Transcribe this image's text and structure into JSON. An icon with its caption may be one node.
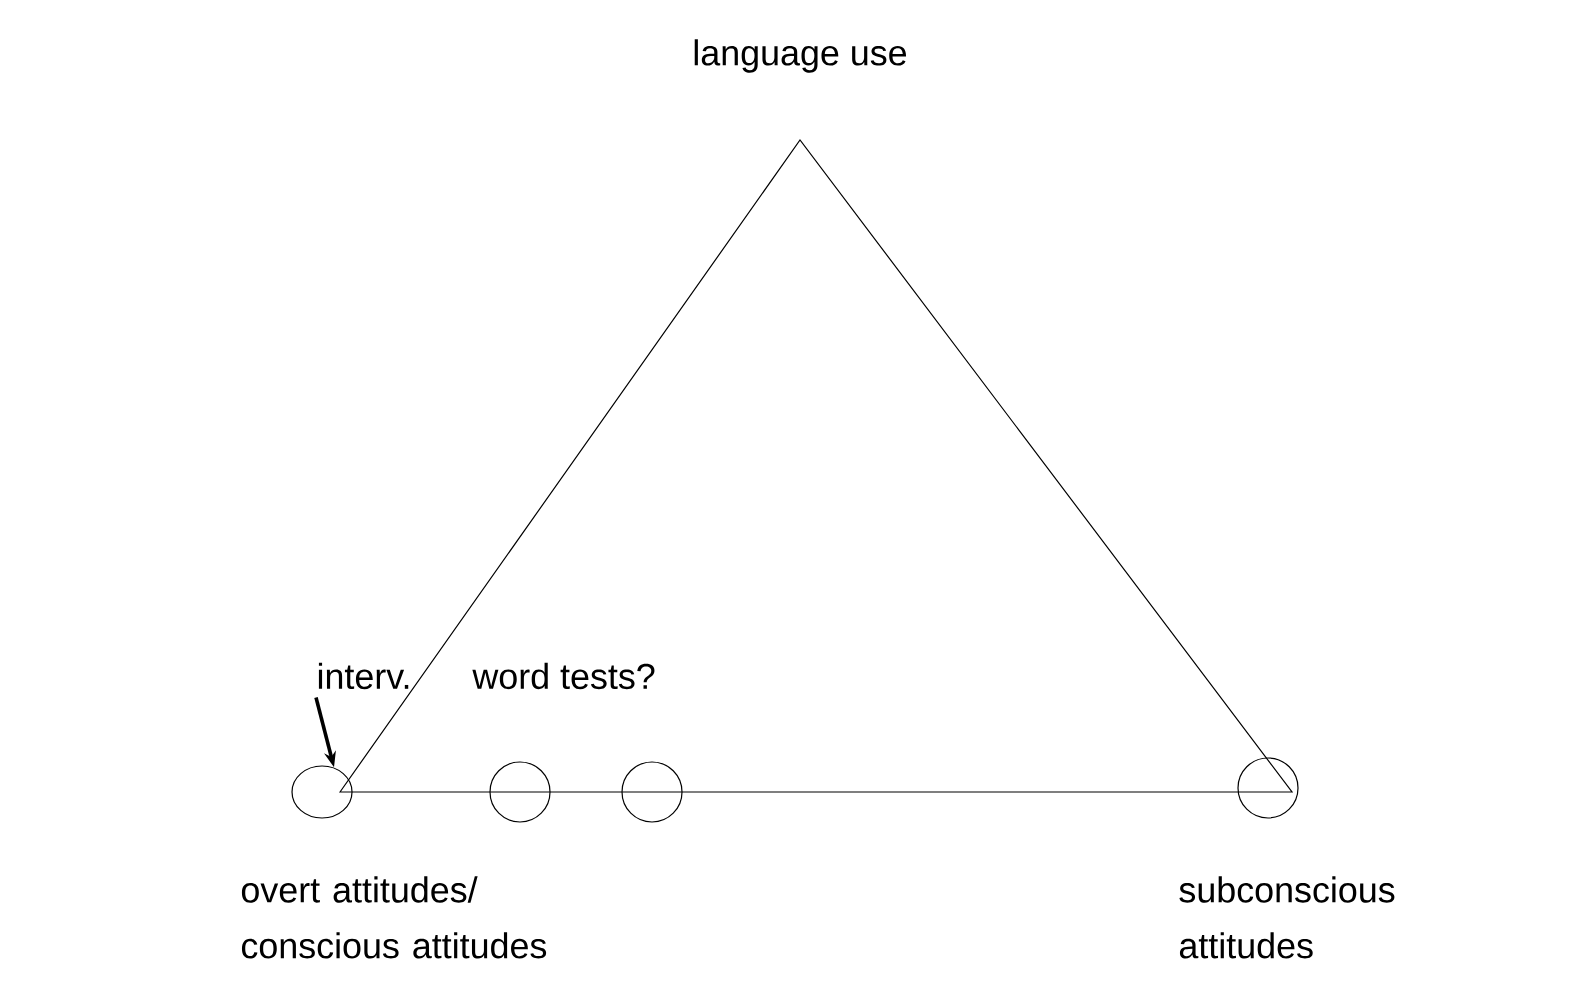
{
  "diagram": {
    "nodes": [
      {
        "text": [
          "interv."
        ]
      },
      {
        "text": [],
        "shape": "circle"
      },
      {
        "text": [],
        "shape": "circle"
      },
      {
        "text": [],
        "shape": "circle"
      },
      {
        "text": [],
        "shape": "circle"
      }
    ],
    "edges": [
      {
        "from": 0,
        "to": 1,
        "arrow": "to"
      }
    ],
    "labels": [
      "language use",
      "word tests?",
      "overt attitudes/ conscious attitudes",
      "subconscious attitudes"
    ]
  }
}
